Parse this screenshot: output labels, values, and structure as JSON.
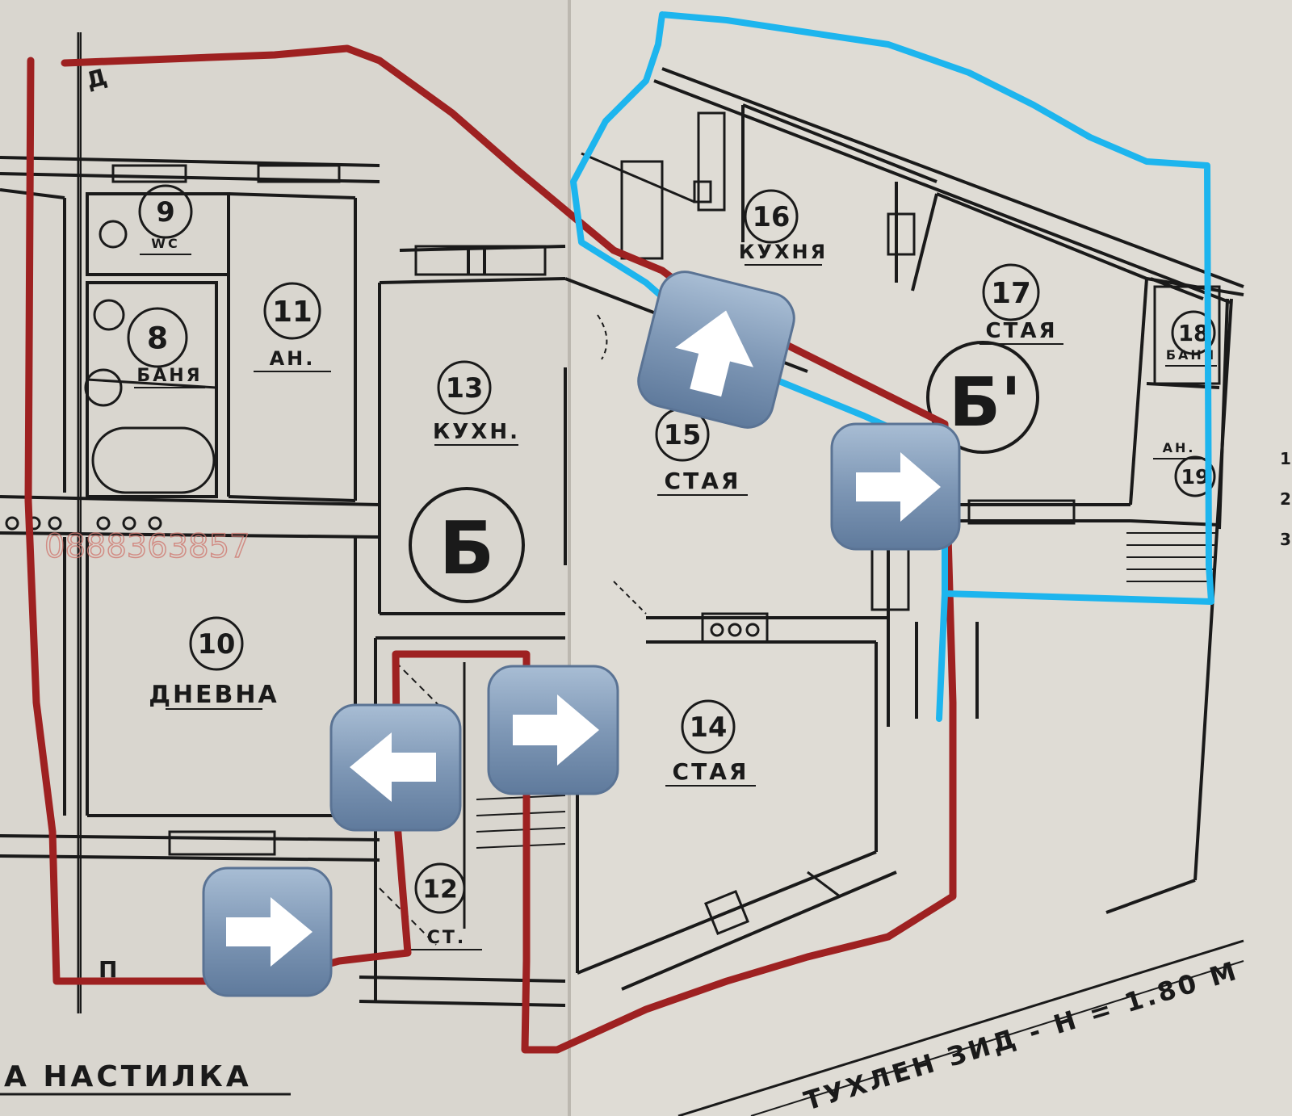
{
  "rooms": [
    {
      "number": "8",
      "label": "БАНЯ"
    },
    {
      "number": "9",
      "label": "WC"
    },
    {
      "number": "10",
      "label": "ДНЕВНА"
    },
    {
      "number": "11",
      "label": "АН."
    },
    {
      "number": "12",
      "label": "СТ."
    },
    {
      "number": "13",
      "label": "КУХН."
    },
    {
      "number": "14",
      "label": "СТАЯ"
    },
    {
      "number": "15",
      "label": "СТАЯ"
    },
    {
      "number": "16",
      "label": "КУХНЯ"
    },
    {
      "number": "17",
      "label": "СТАЯ"
    },
    {
      "number": "18",
      "label": "БАНЯ"
    },
    {
      "number": "19",
      "label": "АН."
    }
  ],
  "sections": {
    "b": "Б",
    "b_prime": "Б'"
  },
  "labels": {
    "pavement": "А НАСТИЛКА",
    "wall": "ТУХЛЕН ЗИД - Н = 1.80 М",
    "phone_watermark": "0888363857",
    "corner_d": "Д",
    "corner_p": "П",
    "margin_marks": [
      "1",
      "2",
      "3"
    ]
  },
  "colors": {
    "red_outline": "#9e2121",
    "blue_outline": "#1db5ee",
    "arrow_button": "#7f98b6",
    "paper": "#d9d6cf",
    "ink": "#1a1a1a"
  },
  "arrows": [
    {
      "direction": "up",
      "icon": "arrow-up-icon"
    },
    {
      "direction": "right",
      "icon": "arrow-right-icon"
    },
    {
      "direction": "right",
      "icon": "arrow-right-icon"
    },
    {
      "direction": "left",
      "icon": "arrow-left-icon"
    },
    {
      "direction": "right",
      "icon": "arrow-right-icon"
    }
  ]
}
